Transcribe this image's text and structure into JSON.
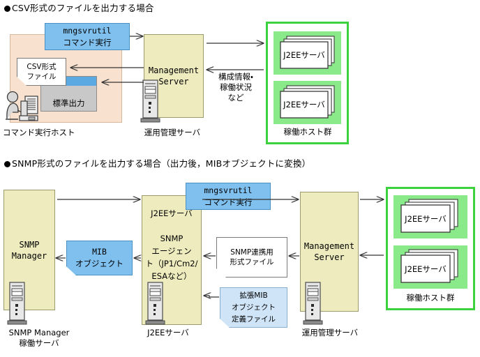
{
  "section1": {
    "heading": "CSV形式のファイルを出力する場合",
    "command_box": "mngsvrutil\nコマンド実行",
    "host_group_label": "コマンド実行ホスト",
    "csv_file": "CSV形式\nファイル",
    "stdout": "標準出力",
    "management_server": "Management\nServer",
    "mgmt_server_caption": "運用管理サーバ",
    "flow_label": "構成情報・\n稼働状況\nなど",
    "j2ee_label": "J2EEサーバ",
    "host_pool_caption": "稼働ホスト群"
  },
  "section2": {
    "heading": "SNMP形式のファイルを出力する場合（出力後，MIBオブジェクトに変換）",
    "snmp_manager": "SNMP\nManager",
    "snmp_manager_caption": "SNMP Manager\n稼働サーバ",
    "mib_object": "MIB\nオブジェクト",
    "j2ee_server_title": "J2EEサーバ",
    "snmp_agent": "SNMP\nエージェン\nト（JP1/Cm2/\nESAなど）",
    "j2ee_server_caption": "J2EEサーバ",
    "snmp_format_file": "SNMP連携用\n形式ファイル",
    "ext_mib_file": "拡張MIB\nオブジェクト\n定義ファイル",
    "command_box": "mngsvrutil\nコマンド実行",
    "management_server": "Management\nServer",
    "mgmt_server_caption": "運用管理サーバ",
    "j2ee_label": "J2EEサーバ",
    "host_pool_caption": "稼働ホスト群"
  },
  "colors": {
    "yellow": "#eeecbe",
    "peach": "#f8e2cf",
    "blue": "#7fc0ef",
    "blue_light": "#cfe4f7",
    "green_border": "#3ed13e",
    "green_fill": "#8aea8a",
    "gray": "#c8c8c8",
    "line": "#333333"
  }
}
